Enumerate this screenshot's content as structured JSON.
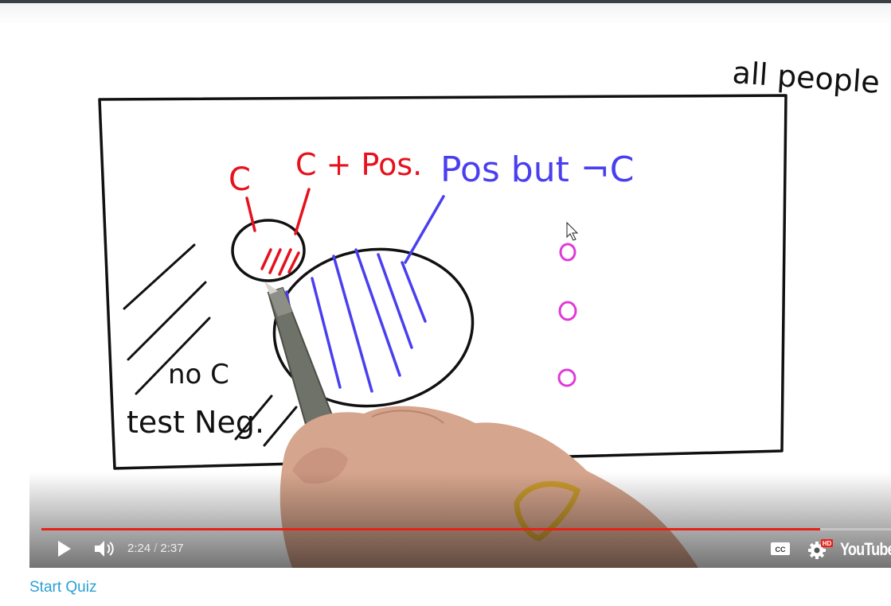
{
  "video": {
    "whiteboard": {
      "label_all_people": "all people",
      "label_c": "C",
      "label_c_pos": "C + Pos.",
      "label_pos_not_c": "Pos but ¬C",
      "label_no_c": "no C",
      "label_test_neg": "test Neg."
    },
    "player": {
      "current_time": "2:24",
      "separator": "/",
      "duration": "2:37",
      "progress_fraction": 0.917,
      "logo_text": "YouTube",
      "hd_badge": "HD",
      "progress_color": "#e62117"
    },
    "icons": {
      "play": "play-icon",
      "volume": "volume-icon",
      "cc": "cc-icon",
      "settings": "gear-icon"
    }
  },
  "footer": {
    "start_quiz": "Start Quiz"
  },
  "colors": {
    "red_ink": "#e8101c",
    "blue_ink": "#4a3ff0",
    "magenta_ink": "#e03ad8",
    "link": "#2a9fd6"
  }
}
